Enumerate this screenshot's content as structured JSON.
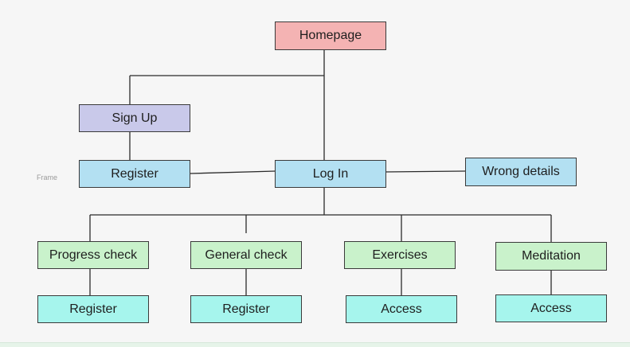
{
  "frame_label": "Frame",
  "nodes": {
    "homepage": "Homepage",
    "sign_up": "Sign Up",
    "register_top": "Register",
    "log_in": "Log In",
    "wrong_details": "Wrong details",
    "progress_check": "Progress check",
    "general_check": "General check",
    "exercises": "Exercises",
    "meditation": "Meditation",
    "register_progress": "Register",
    "register_general": "Register",
    "access_exercises": "Access",
    "access_meditation": "Access"
  },
  "colors": {
    "homepage": "#f4b3b3",
    "sign_up": "#c9c9ea",
    "blue_nodes": "#b3e0f2",
    "green_nodes": "#c9f2cb",
    "cyan_nodes": "#a6f5ed",
    "connector": "#2b2b2b"
  }
}
